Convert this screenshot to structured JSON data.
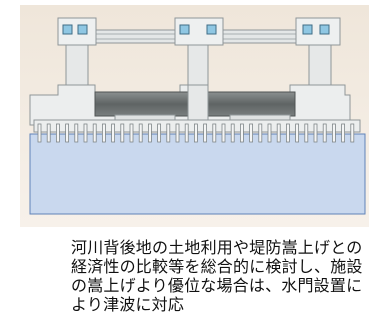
{
  "caption": {
    "lines": [
      "河川背後地の土地利用や堤防嵩上げとの",
      "経済性の比較等を総合的に検討し、施設",
      "の嵩上げより優位な場合は、水門設置に",
      "より津波に対応"
    ]
  },
  "colors": {
    "ground": "#efe4d6",
    "water": "#c9d8ee",
    "water_edge": "#5f82b8",
    "concrete": "#e9ebeb",
    "concrete_edge": "#8f9698",
    "gate": "#6f7373",
    "window": "#8fc7e3"
  }
}
